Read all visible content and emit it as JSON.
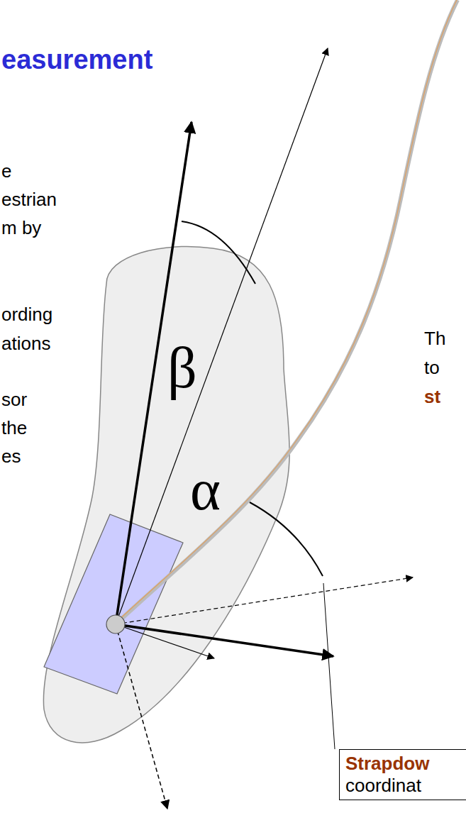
{
  "diagram": {
    "title": "easurement",
    "nodes": [
      {
        "text": [
          "Strapdow",
          "coordinat"
        ]
      }
    ],
    "labels": [
      "e",
      "estrian",
      "m by",
      "ording",
      "ations",
      "sor",
      "the",
      "es",
      "Th",
      "to",
      "st",
      "β",
      "α"
    ]
  }
}
